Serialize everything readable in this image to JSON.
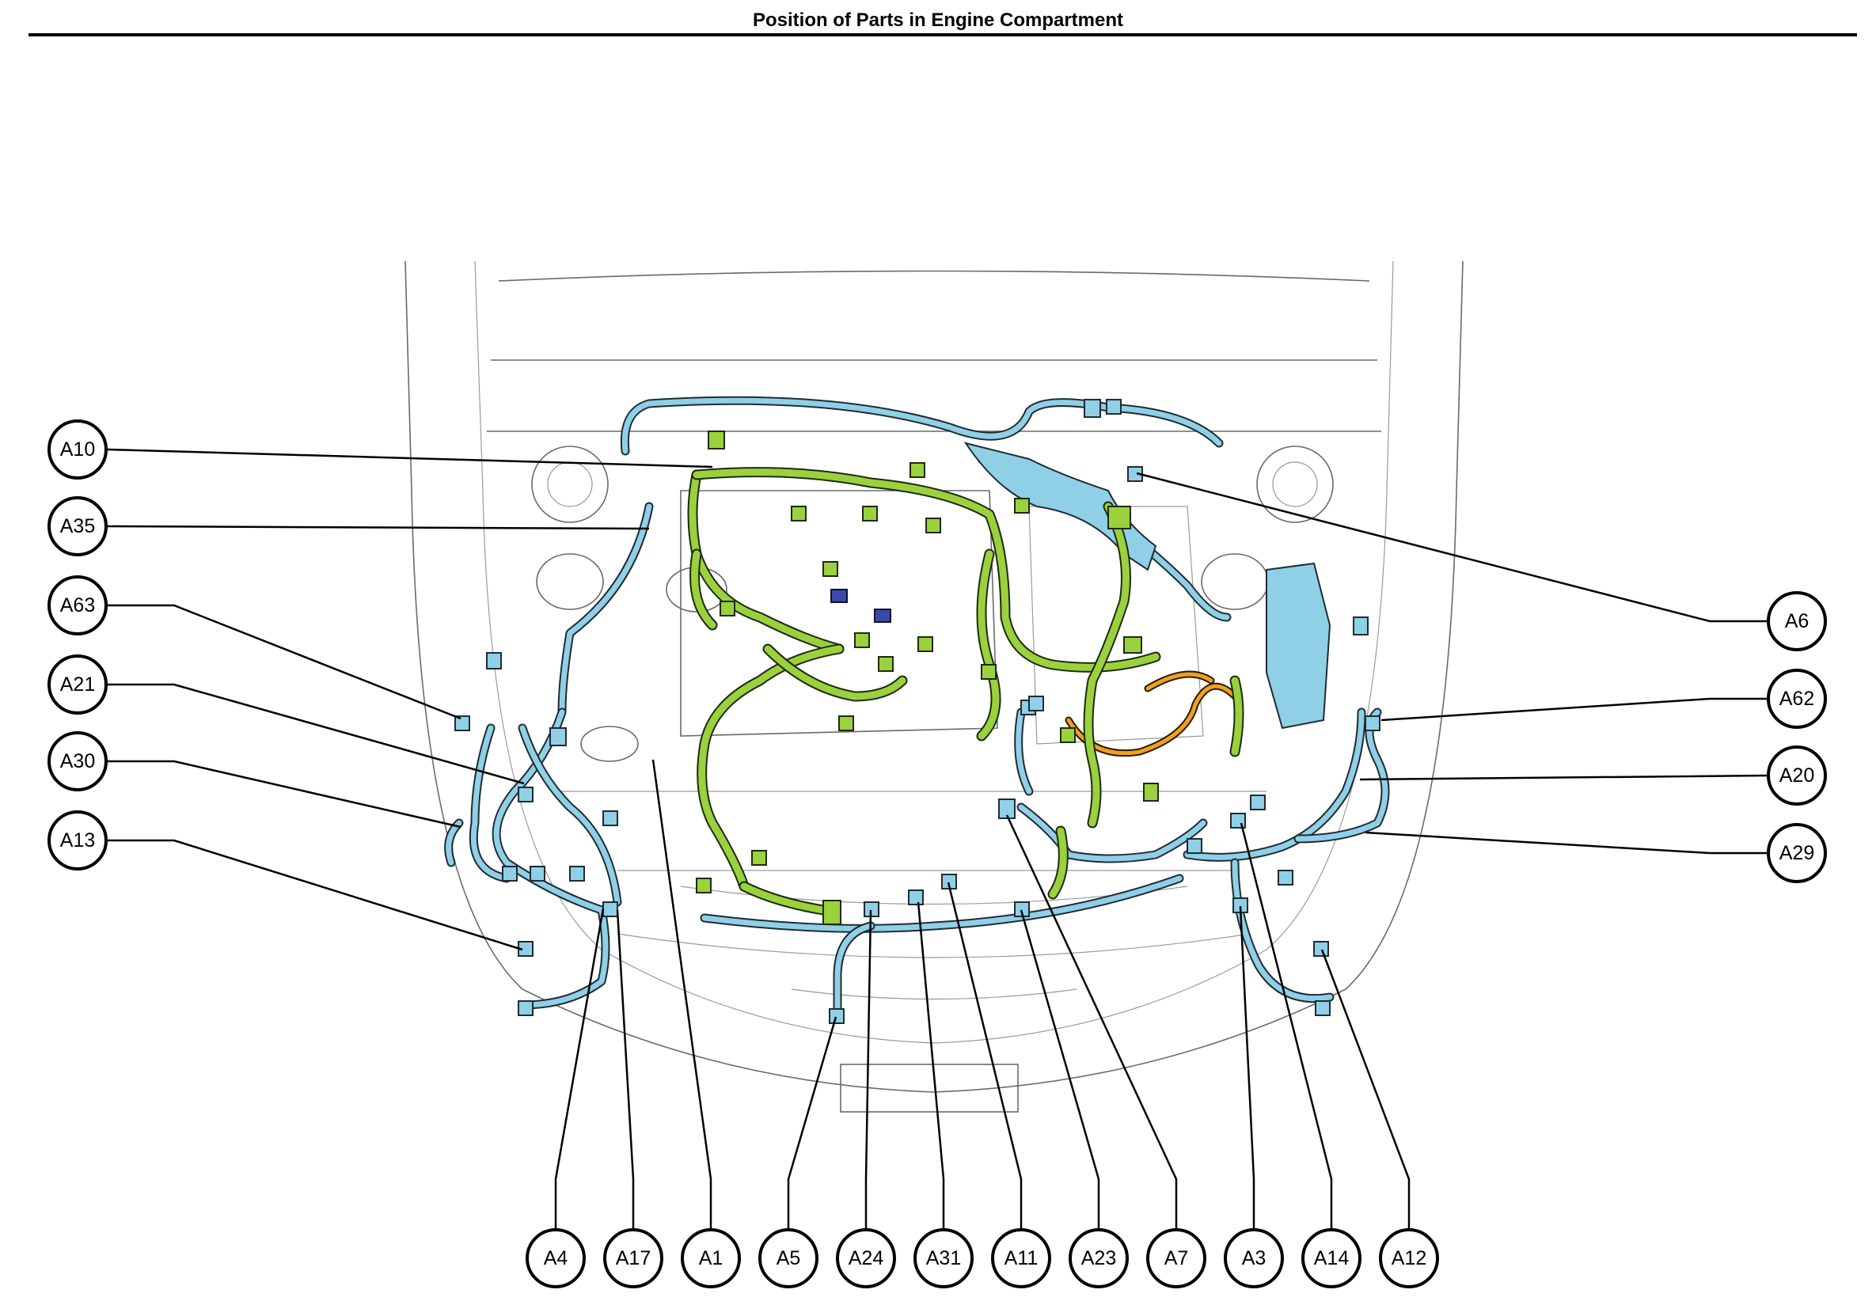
{
  "title": "Position of Parts in Engine Compartment",
  "colors": {
    "harness_blue": "#8fd0e6",
    "harness_green": "#9bd13c",
    "harness_orange": "#f0a020",
    "connector_navy": "#3a4aa8"
  },
  "callouts": {
    "left": [
      "A10",
      "A35",
      "A63",
      "A21",
      "A30",
      "A13"
    ],
    "right": [
      "A6",
      "A62",
      "A20",
      "A29"
    ],
    "bottom": [
      "A4",
      "A17",
      "A1",
      "A5",
      "A24",
      "A31",
      "A11",
      "A23",
      "A7",
      "A3",
      "A14",
      "A12"
    ]
  }
}
